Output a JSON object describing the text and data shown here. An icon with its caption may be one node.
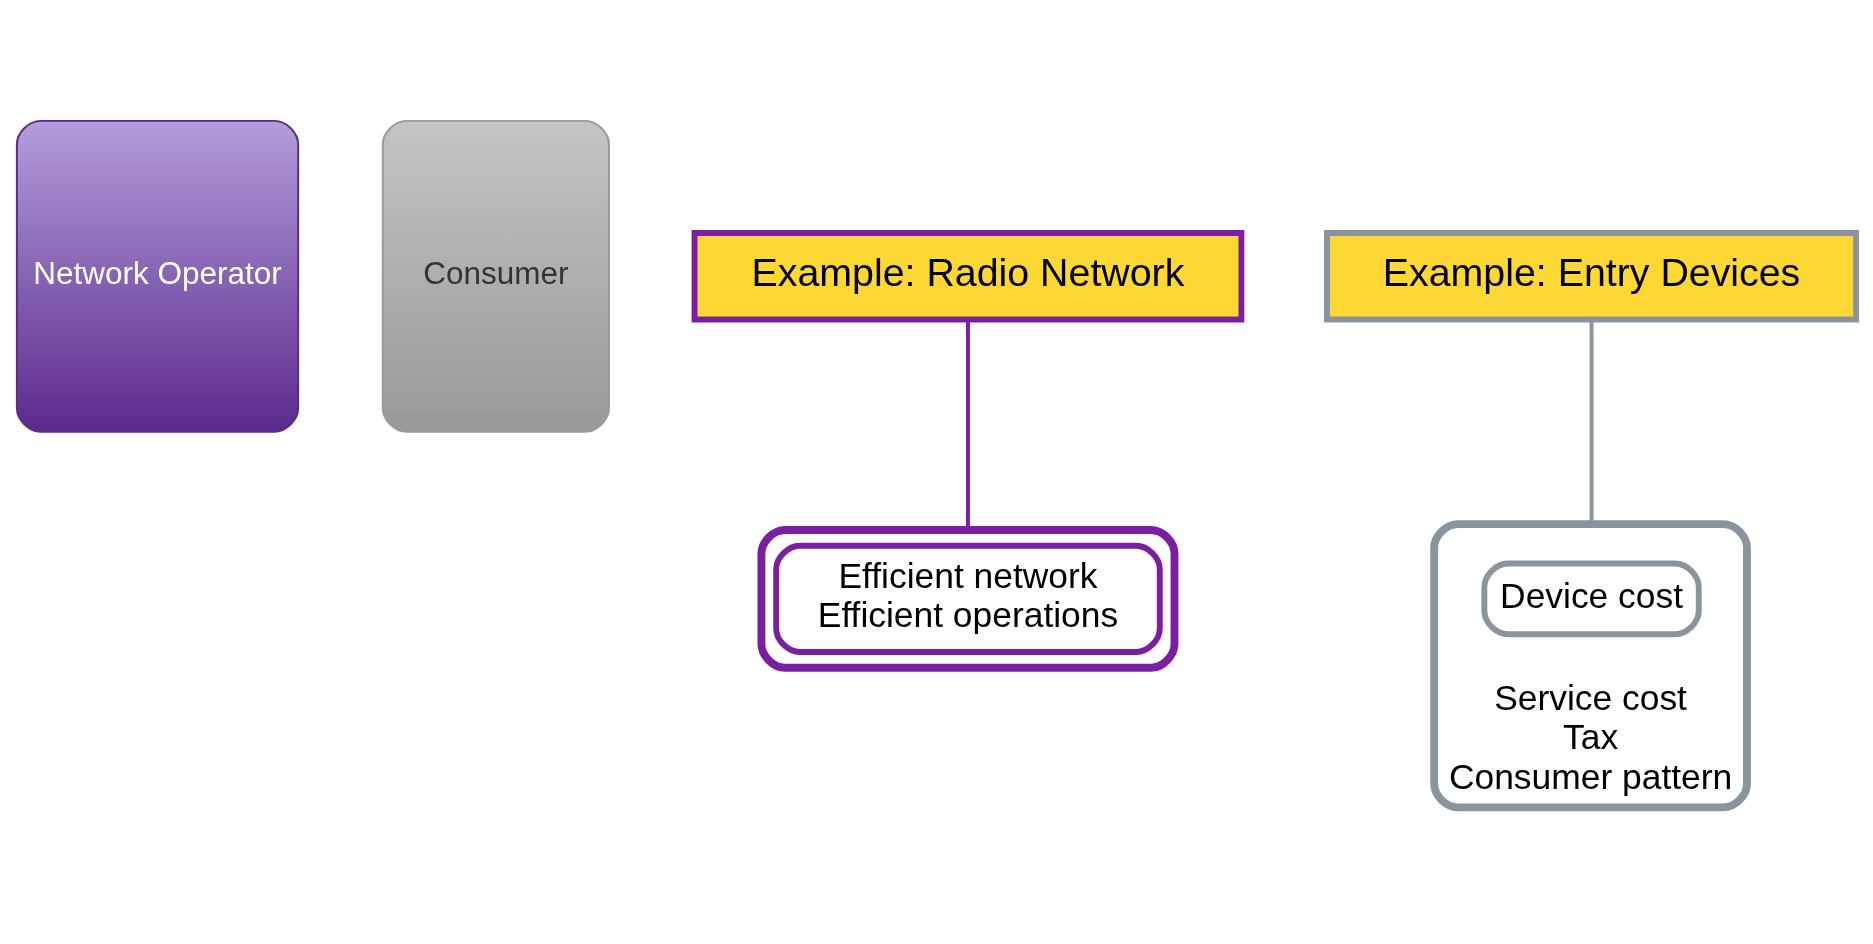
{
  "diagram": {
    "nodes": [
      {
        "text": [
          "Network Operator"
        ]
      },
      {
        "text": [
          "Consumer"
        ]
      },
      {
        "text": [
          "Example: Radio Network"
        ]
      },
      {
        "text": [],
        "shape": "box"
      },
      {
        "text": [
          "Efficient network",
          "Efficient operations"
        ],
        "in": 3
      },
      {
        "text": [
          "Service cost",
          "Tax",
          "Consumer pattern"
        ]
      },
      {
        "text": [
          "Device cost"
        ],
        "in": 5
      },
      {
        "text": [
          "Example: Entry Devices"
        ]
      }
    ],
    "edges": [
      {
        "from": 2,
        "to": 3,
        "arrow": "none",
        "color": "#7b1fa2"
      },
      {
        "from": 7,
        "to": 5,
        "arrow": "none",
        "color": "#8a949c"
      }
    ]
  }
}
